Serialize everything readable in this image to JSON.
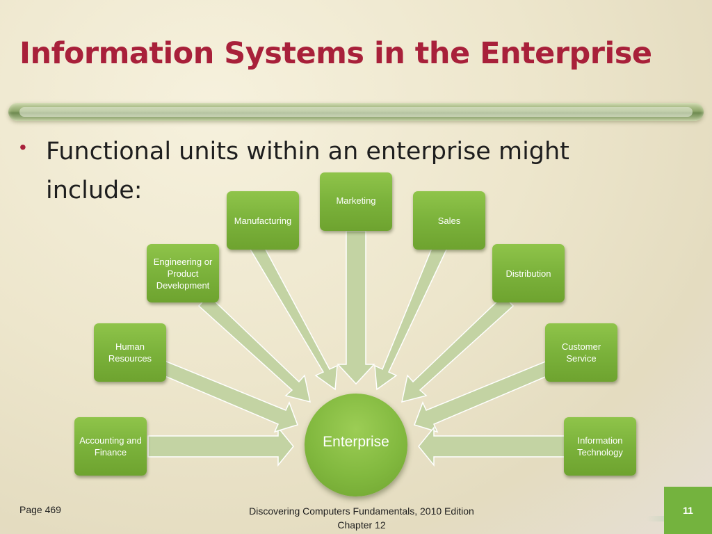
{
  "slide": {
    "title": "Information Systems in the Enterprise",
    "bullet": "Functional units within an enterprise might include:"
  },
  "diagram": {
    "center": "Enterprise",
    "units": [
      {
        "id": "accounting",
        "label": "Accounting and Finance"
      },
      {
        "id": "human-resources",
        "label": "Human Resources"
      },
      {
        "id": "engineering",
        "label": "Engineering or Product Development"
      },
      {
        "id": "manufacturing",
        "label": "Manufacturing"
      },
      {
        "id": "marketing",
        "label": "Marketing"
      },
      {
        "id": "sales",
        "label": "Sales"
      },
      {
        "id": "distribution",
        "label": "Distribution"
      },
      {
        "id": "customer-service",
        "label": "Customer Service"
      },
      {
        "id": "information-technology",
        "label": "Information Technology"
      }
    ]
  },
  "footer": {
    "page_ref": "Page 469",
    "book_title": "Discovering Computers Fundamentals, 2010 Edition",
    "chapter": "Chapter 12",
    "slide_number": "11"
  },
  "colors": {
    "title": "#a8203a",
    "box": "#7bb23b",
    "arrow": "#bccd9c",
    "page_number_bg": "#74b33e"
  }
}
